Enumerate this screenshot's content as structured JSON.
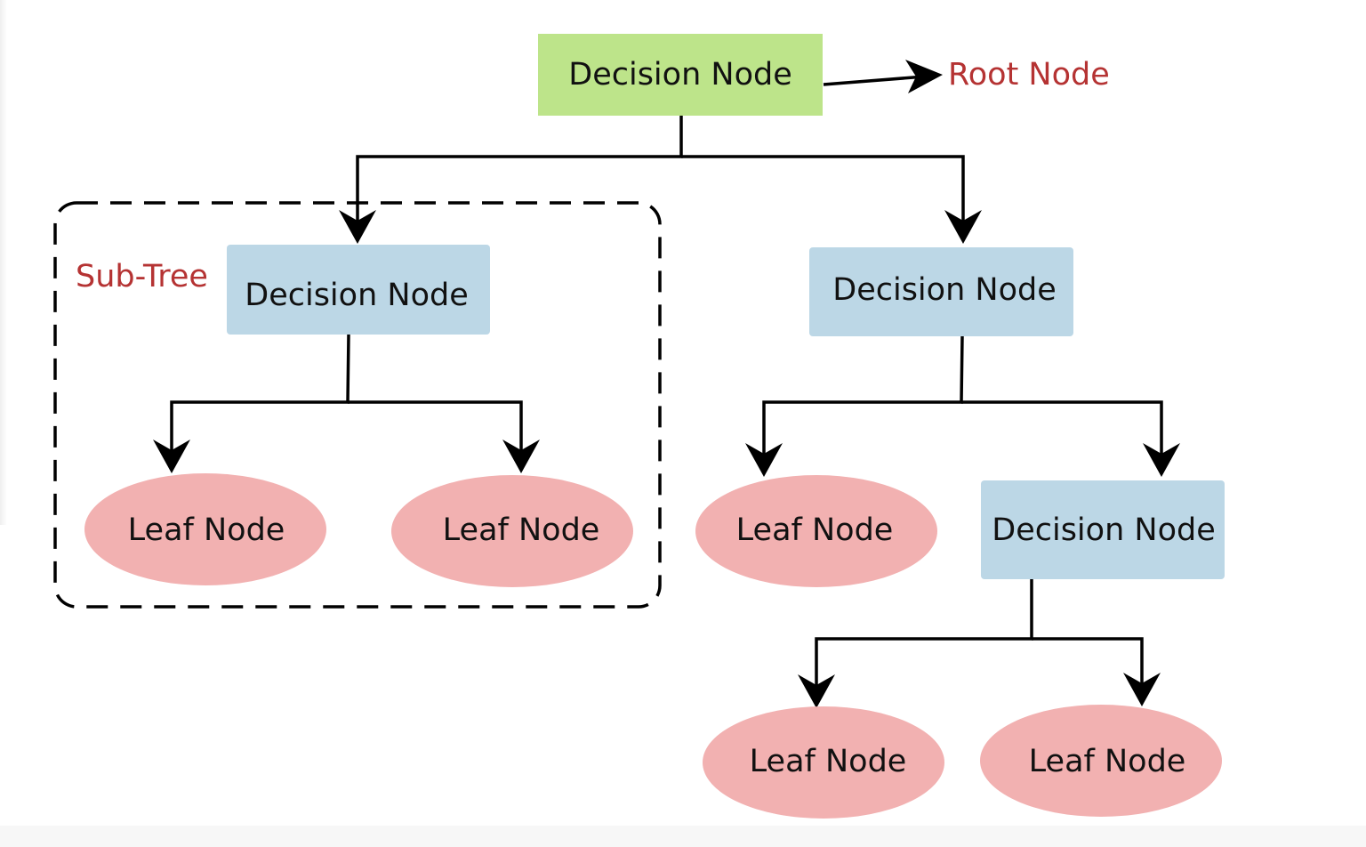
{
  "diagram": {
    "colors": {
      "root_fill": "#bde48a",
      "decision_fill": "#bcd7e6",
      "leaf_fill": "#f2b1b1",
      "annotation_text": "#b53333",
      "edge": "#000000"
    },
    "annotations": {
      "root_label": "Root Node",
      "subtree_label": "Sub-Tree"
    },
    "nodes": {
      "root": {
        "label": "Decision Node",
        "kind": "decision"
      },
      "left_decision": {
        "label": "Decision Node",
        "kind": "decision"
      },
      "right_decision": {
        "label": "Decision Node",
        "kind": "decision"
      },
      "leaf_1": {
        "label": "Leaf Node",
        "kind": "leaf"
      },
      "leaf_2": {
        "label": "Leaf Node",
        "kind": "leaf"
      },
      "leaf_3": {
        "label": "Leaf Node",
        "kind": "leaf"
      },
      "lower_decision": {
        "label": "Decision Node",
        "kind": "decision"
      },
      "leaf_4": {
        "label": "Leaf Node",
        "kind": "leaf"
      },
      "leaf_5": {
        "label": "Leaf Node",
        "kind": "leaf"
      }
    },
    "edges": [
      {
        "from": "root",
        "to": "left_decision"
      },
      {
        "from": "root",
        "to": "right_decision"
      },
      {
        "from": "left_decision",
        "to": "leaf_1"
      },
      {
        "from": "left_decision",
        "to": "leaf_2"
      },
      {
        "from": "right_decision",
        "to": "leaf_3"
      },
      {
        "from": "right_decision",
        "to": "lower_decision"
      },
      {
        "from": "lower_decision",
        "to": "leaf_4"
      },
      {
        "from": "lower_decision",
        "to": "leaf_5"
      }
    ]
  }
}
